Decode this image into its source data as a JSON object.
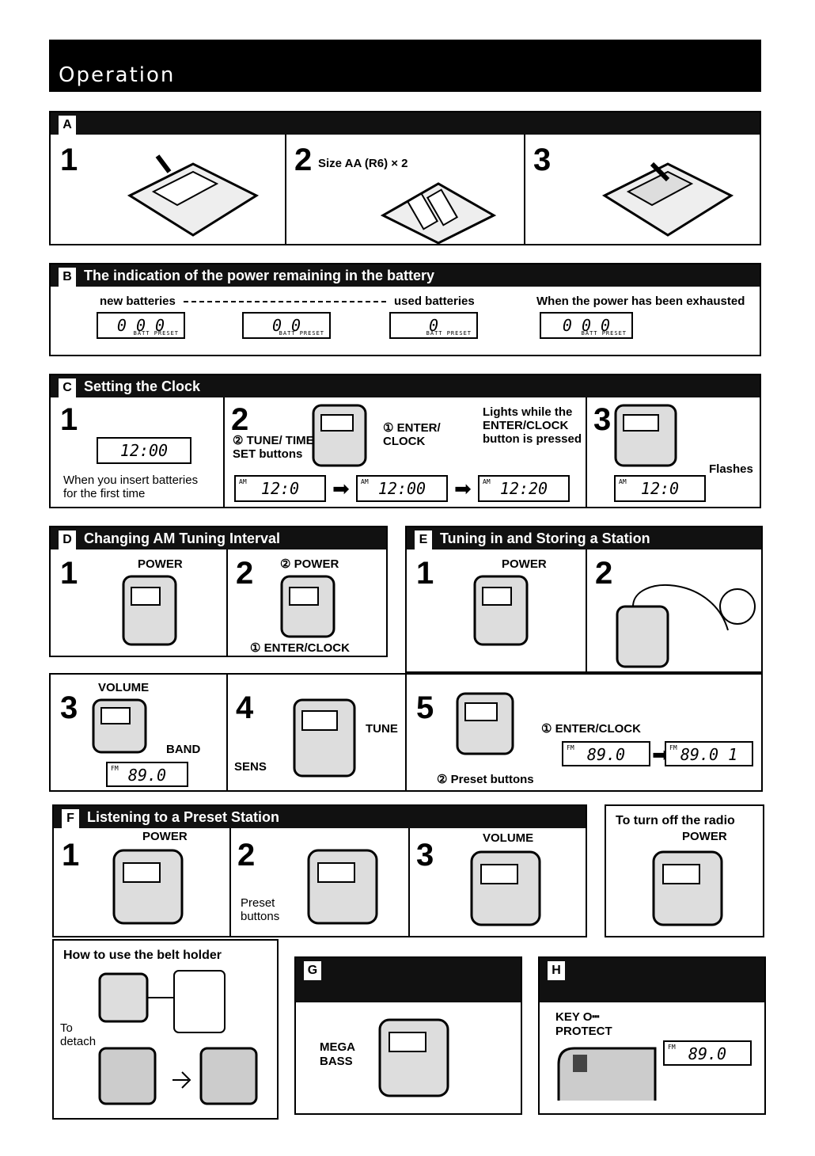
{
  "title": "Operation",
  "sectionA": {
    "letter": "A",
    "steps": [
      "1",
      "2",
      "3"
    ],
    "battery_label": "Size AA (R6) × 2"
  },
  "sectionB": {
    "letter": "B",
    "title": "The indication of the power remaining in the battery",
    "new_label": "new batteries",
    "used_label": "used batteries",
    "exhausted_label": "When the power has been exhausted",
    "lcd_text": [
      "0 0 0",
      "0 0",
      "0",
      "0 0 0"
    ],
    "lcd_sublabel": "BATT PRESET"
  },
  "sectionC": {
    "letter": "C",
    "title": "Setting the Clock",
    "steps": [
      "1",
      "2",
      "3"
    ],
    "first_time": "When you insert batteries for the first time",
    "lcd1": "12:00",
    "tune_label": "② TUNE/ TIME SET buttons",
    "enter_label": "① ENTER/ CLOCK",
    "lights_label": "Lights while the ENTER/CLOCK button is pressed",
    "lcd_sequence": [
      "12:0",
      "12:00",
      "12:20"
    ],
    "lcd3": "12:0",
    "flashes": "Flashes"
  },
  "sectionD": {
    "letter": "D",
    "title": "Changing AM Tuning Interval",
    "steps": [
      "1",
      "2"
    ],
    "power": "POWER",
    "power2": "② POWER",
    "enter": "① ENTER/CLOCK"
  },
  "sectionE": {
    "letter": "E",
    "title": "Tuning in and Storing a Station",
    "steps": [
      "1",
      "2",
      "3",
      "4",
      "5"
    ],
    "power": "POWER",
    "volume": "VOLUME",
    "band": "BAND",
    "lcd_band": "89.0",
    "tune": "TUNE",
    "sens": "SENS",
    "enter": "① ENTER/CLOCK",
    "preset": "② Preset buttons",
    "lcd_a": "89.0",
    "lcd_b": "89.0",
    "lcd_b_preset": "1"
  },
  "sectionF": {
    "letter": "F",
    "title": "Listening to a Preset Station",
    "steps": [
      "1",
      "2",
      "3"
    ],
    "power": "POWER",
    "preset": "Preset buttons",
    "volume": "VOLUME",
    "turn_off": "To turn off the radio",
    "turn_off_power": "POWER"
  },
  "belt": {
    "title": "How to use the belt holder",
    "detach": "To detach"
  },
  "sectionG": {
    "letter": "G",
    "mega": "MEGA",
    "bass": "BASS"
  },
  "sectionH": {
    "letter": "H",
    "key": "KEY O┅",
    "protect": "PROTECT",
    "lcd": "89.0"
  }
}
